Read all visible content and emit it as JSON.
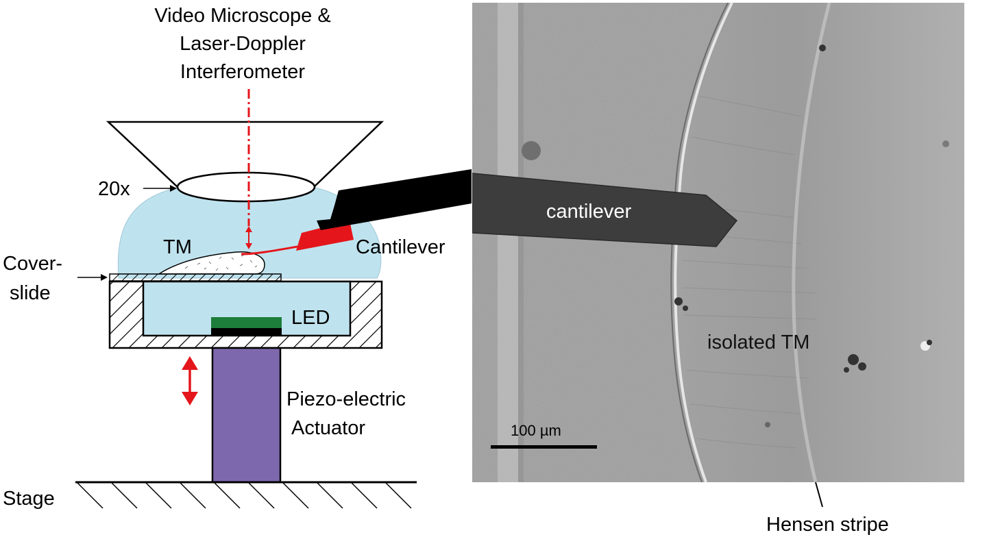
{
  "schematic": {
    "instrument_label_lines": [
      "Video Microscope &",
      "Laser-Doppler",
      "Interferometer"
    ],
    "objective_label": "20x",
    "tm_label": "TM",
    "cantilever_label": "Cantilever",
    "coverslide_label_lines": [
      "Cover-",
      "slide"
    ],
    "led_label": "LED",
    "actuator_label_lines": [
      "Piezo-electric",
      "Actuator"
    ],
    "stage_label": "Stage"
  },
  "micrograph": {
    "cantilever_label": "cantilever",
    "tm_label": "isolated TM",
    "scale_bar_label": "100 µm",
    "hensen_label": "Hensen stripe"
  },
  "colors": {
    "fluid": "#bfe3ee",
    "laser": "#e4161b",
    "actuator": "#7e68ad",
    "led": "#1d7d3a",
    "micrograph_bg": "#a9a9a9"
  }
}
